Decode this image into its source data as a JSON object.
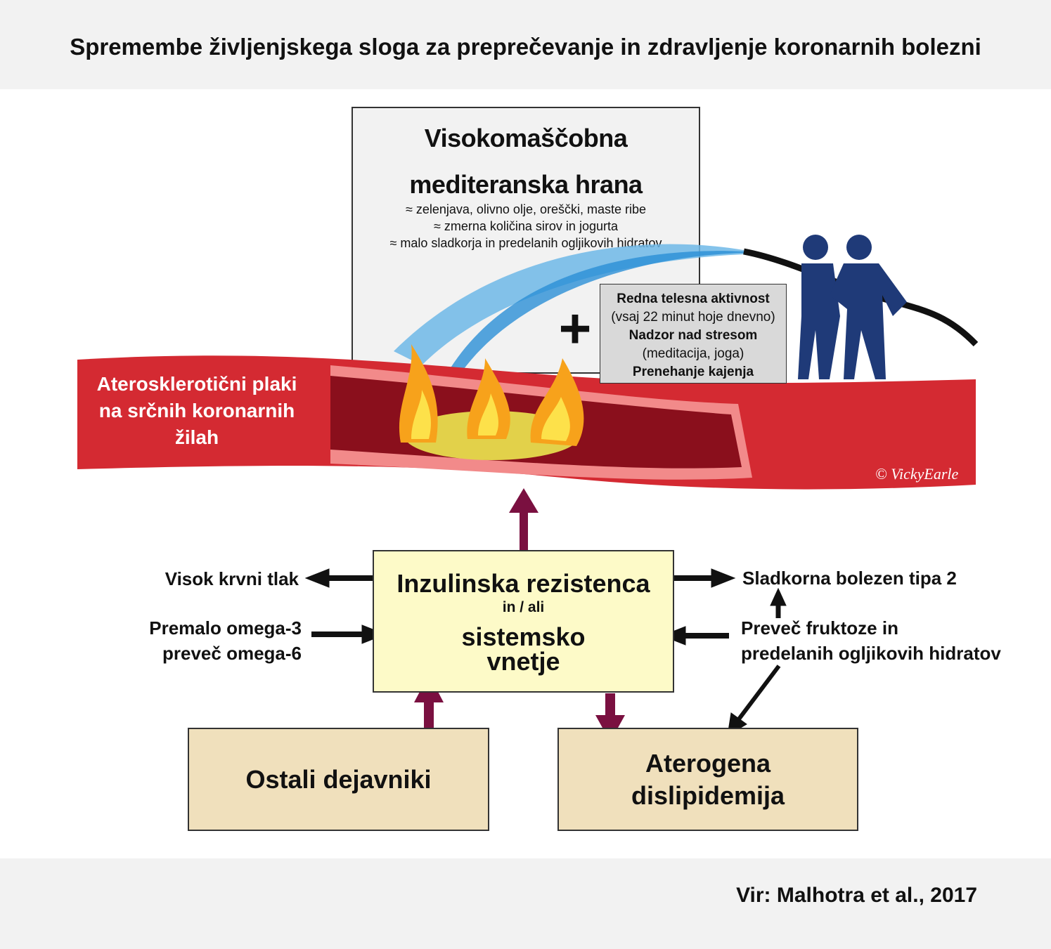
{
  "title": "Spremembe življenjskega sloga za preprečevanje in zdravljenje koronarnih bolezni",
  "food": {
    "heading1": "Visokomaščobna",
    "heading2": "mediteranska hrana",
    "items": [
      "≈ zelenjava, olivno olje, oreščki, maste ribe",
      "≈ zmerna količina sirov in jogurta",
      "≈ malo sladkorja in predelanih ogljikovih hidratov"
    ]
  },
  "plus": "+",
  "activity": {
    "l1": "Redna telesna aktivnost",
    "l2": "(vsaj 22 minut hoje dnevno)",
    "l3": "Nadzor nad stresom",
    "l4": "(meditacija, joga)",
    "l5": "Prenehanje kajenja"
  },
  "artery": {
    "l1": "Aterosklerotični plaki",
    "l2": "na srčnih koronarnih",
    "l3": "žilah"
  },
  "signature": "© VickyEarle",
  "center": {
    "l1": "Inzulinska rezistenca",
    "l2": "in / ali",
    "l3": "sistemsko",
    "l4": "vnetje"
  },
  "left": {
    "bp": "Visok krvni tlak",
    "omega1": "Premalo omega-3",
    "omega2": "preveč omega-6"
  },
  "right": {
    "diabetes": "Sladkorna bolezen tipa 2",
    "fructose1": "Preveč fruktoze in",
    "fructose2": "predelanih ogljikovih hidratov"
  },
  "other": "Ostali dejavniki",
  "dyslip1": "Aterogena",
  "dyslip2": "dislipidemija",
  "source": "Vir: Malhotra et al., 2017",
  "colors": {
    "artery": "#d42a32",
    "lumen": "#8a0f1c",
    "arrow_maroon": "#7a1040",
    "center_box": "#fdfac8",
    "bottom_box": "#f0e0bc",
    "firefighter": "#1f3a78"
  }
}
